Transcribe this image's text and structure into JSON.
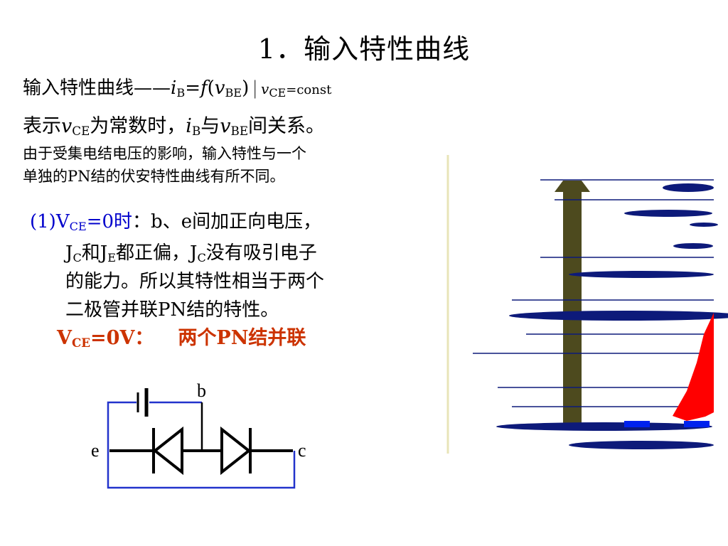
{
  "title": "1．输入特性曲线",
  "definition": {
    "prefix": "输入特性曲线——",
    "i": "i",
    "i_sub": "B",
    "eq": "=",
    "f": "f",
    "paren_open": "(",
    "v": "v",
    "v_sub": "BE",
    "paren_close": ")",
    "bar": "|",
    "cond_v": "v",
    "cond_sub": "CE",
    "cond_val": "=const"
  },
  "description": {
    "part1": "表示",
    "v": "v",
    "v_sub": "CE",
    "part2": "为常数时，",
    "i": "i",
    "i_sub": "B",
    "part3": "与",
    "v2": "v",
    "v2_sub": "BE",
    "part4": "间关系。"
  },
  "note": {
    "line1": "由于受集电结电压的影响，输入特性与一个",
    "line2": "单独的PN结的伏安特性曲线有所不同。"
  },
  "case1": {
    "num": "(1)",
    "V": "V",
    "V_sub": "CE",
    "val": "=0时",
    "text1": "：b、e间加正向电压，",
    "j1": "J",
    "j1_sub": "C",
    "and": "和",
    "j2": "J",
    "j2_sub": "E",
    "text2": "都正偏，",
    "j3": "J",
    "j3_sub": "C",
    "text3": "没有吸引电子",
    "line3": "的能力。所以其特性相当于两个",
    "line4": "二极管并联PN结的特性。"
  },
  "result": {
    "V": "V",
    "V_sub": "CE",
    "val": "=0V：",
    "text": "两个PN结并联"
  },
  "circuit": {
    "label_b": "b",
    "label_e": "e",
    "label_c": "c",
    "wire_color": "#2233cc"
  },
  "graphic": {
    "arrow_color": "#4d4a1e",
    "streak_color": "#0d1a7a",
    "curve_color": "#ff0000",
    "rect_color": "#0022ee"
  }
}
